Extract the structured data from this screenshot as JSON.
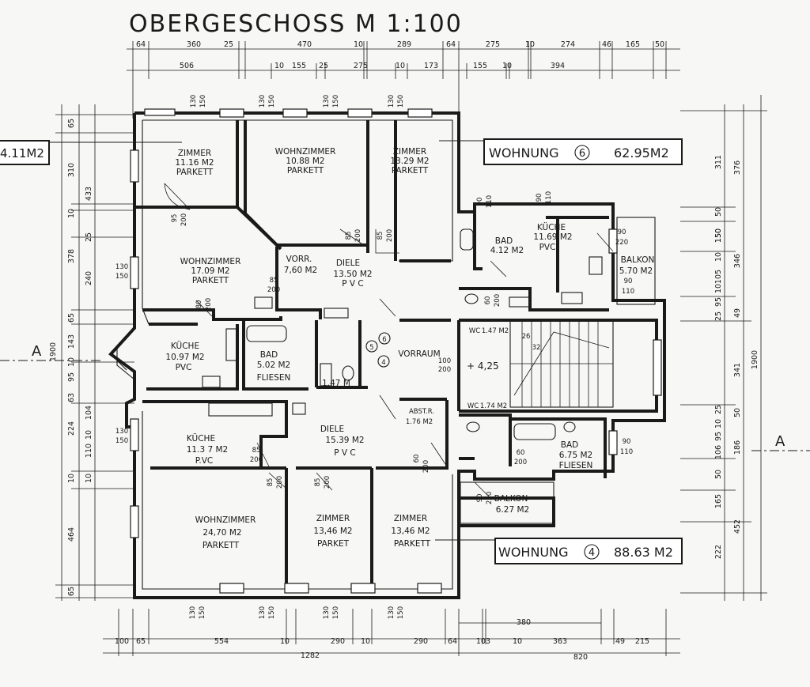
{
  "title": "OBERGESCHOSS  M 1:100",
  "apartments": [
    {
      "label": "WOHNUNG",
      "number": "6",
      "area": "62.95M2"
    },
    {
      "label": "WOHNUNG",
      "number": "4",
      "area": "88.63 M2"
    }
  ],
  "left_cut_area": "4.11M2",
  "section_marks": [
    "A",
    "A"
  ],
  "unit_markers": [
    "5",
    "6",
    "4"
  ],
  "level": "+ 4,25",
  "rooms": [
    {
      "id": "zimmer-1",
      "name": "ZIMMER",
      "area": "11.16 M2",
      "floor": "PARKETT"
    },
    {
      "id": "wohnzimmer-1",
      "name": "WOHNZIMMER",
      "area": "10.88 M2",
      "floor": "PARKETT"
    },
    {
      "id": "zimmer-2",
      "name": "ZIMMER",
      "area": "13.29 M2",
      "floor": "PARKETT"
    },
    {
      "id": "wohnzimmer-2",
      "name": "WOHNZIMMER",
      "area": "17.09 M2",
      "floor": "PARKETT"
    },
    {
      "id": "vorr",
      "name": "VORR.",
      "area": "7,60 M2",
      "floor": ""
    },
    {
      "id": "diele-1",
      "name": "DIELE",
      "area": "13.50 M2",
      "floor": "P V C"
    },
    {
      "id": "bad-1",
      "name": "BAD",
      "area": "4.12 M2",
      "floor": ""
    },
    {
      "id": "kueche-1",
      "name": "KÜCHE",
      "area": "11.69 M2",
      "floor": "PVC"
    },
    {
      "id": "balkon-1",
      "name": "BALKON",
      "area": "5.70 M2",
      "floor": ""
    },
    {
      "id": "kueche-2",
      "name": "KÜCHE",
      "area": "10.97 M2",
      "floor": "PVC"
    },
    {
      "id": "bad-2",
      "name": "BAD",
      "area": "5.02 M2",
      "floor": "FLIESEN"
    },
    {
      "id": "wc-small",
      "name": "",
      "area": "1.47 M",
      "floor": ""
    },
    {
      "id": "vorraum",
      "name": "VORRAUM",
      "area": "",
      "floor": ""
    },
    {
      "id": "wc-1",
      "name": "WC",
      "area": "1.47 M2",
      "floor": ""
    },
    {
      "id": "wc-2",
      "name": "WC",
      "area": "1.74 M2",
      "floor": ""
    },
    {
      "id": "kueche-3",
      "name": "KÜCHE",
      "area": "11.3 7 M2",
      "floor": "P.VC"
    },
    {
      "id": "diele-2",
      "name": "DIELE",
      "area": "15.39  M2",
      "floor": "P V C"
    },
    {
      "id": "abstr",
      "name": "ABST.R.",
      "area": "1.76 M2",
      "floor": ""
    },
    {
      "id": "bad-3",
      "name": "BAD",
      "area": "6.75 M2",
      "floor": "FLIESEN"
    },
    {
      "id": "balkon-2",
      "name": "BALKON",
      "area": "6.27 M2",
      "floor": ""
    },
    {
      "id": "wohnzimmer-3",
      "name": "WOHNZIMMER",
      "area": "24,70 M2",
      "floor": "PARKETT"
    },
    {
      "id": "zimmer-3",
      "name": "ZIMMER",
      "area": "13,46 M2",
      "floor": "PARKET"
    },
    {
      "id": "zimmer-4",
      "name": "ZIMMER",
      "area": "13,46 M2",
      "floor": "PARKETT"
    }
  ],
  "dims_top_row1": [
    "64",
    "360",
    "25",
    "470",
    "10",
    "289",
    "64",
    "275",
    "10",
    "274",
    "46",
    "165",
    "50"
  ],
  "dims_top_row2": [
    "506",
    "10",
    "155",
    "25",
    "275",
    "10",
    "173",
    "155",
    "10",
    "394"
  ],
  "dims_bottom_row1": [
    "100",
    "65",
    "554",
    "10",
    "290",
    "10",
    "290",
    "64",
    "103",
    "10",
    "363",
    "49",
    "215"
  ],
  "dims_bottom_row2": [
    "1282",
    "820"
  ],
  "dims_bottom_extra": "380",
  "dims_left": [
    "65",
    "310",
    "433",
    "10",
    "25",
    "378",
    "240",
    "65",
    "143",
    "1900",
    "10",
    "95",
    "63",
    "104",
    "224",
    "10",
    "110",
    "10",
    "10",
    "464",
    "65"
  ],
  "dims_right": [
    "311",
    "376",
    "150",
    "50",
    "150",
    "10",
    "346",
    "105",
    "10",
    "95",
    "25",
    "49",
    "341",
    "1900",
    "25",
    "50",
    "10",
    "95",
    "106",
    "186",
    "50",
    "165",
    "452",
    "222"
  ],
  "openings": [
    "130",
    "150",
    "95",
    "200",
    "85",
    "200",
    "80",
    "200",
    "90",
    "110",
    "90",
    "220",
    "60",
    "200",
    "100",
    "200",
    "26",
    "32"
  ],
  "colors": {
    "ink": "#1a1a1a",
    "paper": "#f7f7f5"
  }
}
